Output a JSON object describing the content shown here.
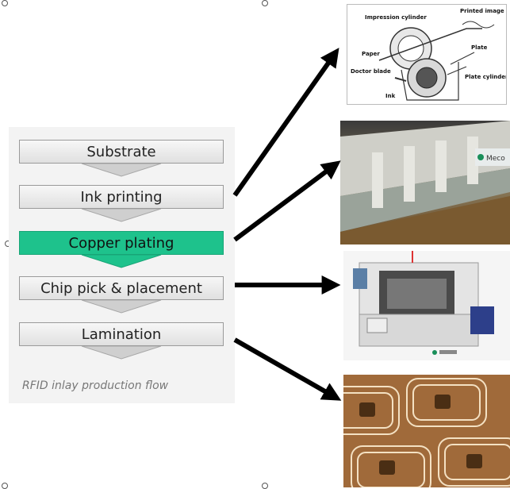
{
  "flow": {
    "steps": [
      {
        "label": "Substrate",
        "highlight": false
      },
      {
        "label": "Ink printing",
        "highlight": false
      },
      {
        "label": "Copper plating",
        "highlight": true
      },
      {
        "label": "Chip pick & placement",
        "highlight": false
      },
      {
        "label": "Lamination",
        "highlight": false
      }
    ],
    "caption": "RFID inlay production flow",
    "highlight_color": "#1ec28c"
  },
  "gravure_diagram": {
    "impression_cylinder": "Impression cylinder",
    "printed_image": "Printed image",
    "paper": "Paper",
    "plate": "Plate",
    "doctor_blade": "Doctor blade",
    "plate_cylinder": "Plate cylinder",
    "ink": "Ink"
  },
  "press_photo": {
    "brand": "Meco"
  }
}
